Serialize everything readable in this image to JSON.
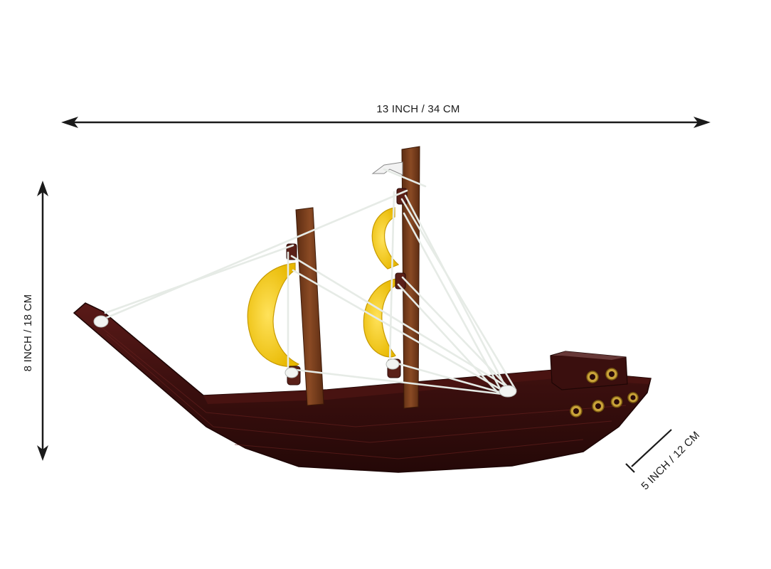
{
  "dimensions": {
    "length_label": "13 INCH / 34 CM",
    "height_label": "8 INCH / 18 CM",
    "width_label": "5 INCH / 12 CM"
  },
  "colors": {
    "hull": "#3a0f0e",
    "hull_highlight": "#5c1a18",
    "mast": "#7a3f1e",
    "sail": "#f2c400",
    "sail_inner": "#ffd93a",
    "rope": "#e8ece8",
    "porthole": "#c9a23a",
    "arrow": "#1a1a1a"
  },
  "icons": {
    "length_arrow": "double-arrow-horizontal",
    "height_arrow": "double-arrow-vertical",
    "width_arrow": "double-arrow-diagonal"
  }
}
